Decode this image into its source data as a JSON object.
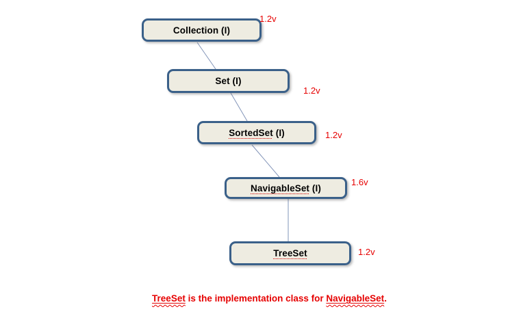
{
  "colors": {
    "box_fill": "#eeece1",
    "box_border": "#3a6089",
    "box_text": "#000000",
    "connector": "#8294b8",
    "accent_red": "#e60000"
  },
  "nodes": [
    {
      "id": "collection",
      "label": "Collection (I)",
      "version": "1.2v"
    },
    {
      "id": "set",
      "label": "Set (I)",
      "version": "1.2v"
    },
    {
      "id": "sortedset",
      "flagged": "SortedSet",
      "suffix": " (I)",
      "version": "1.2v"
    },
    {
      "id": "navigableset",
      "flagged": "NavigableSet",
      "suffix": " (I)",
      "version": "1.6v"
    },
    {
      "id": "treeset",
      "flagged": "TreeSet",
      "suffix": "",
      "version": "1.2v"
    }
  ],
  "caption": {
    "word1": "TreeSet",
    "middle": " is the implementation class for ",
    "word2": "NavigableSet",
    "end": "."
  }
}
